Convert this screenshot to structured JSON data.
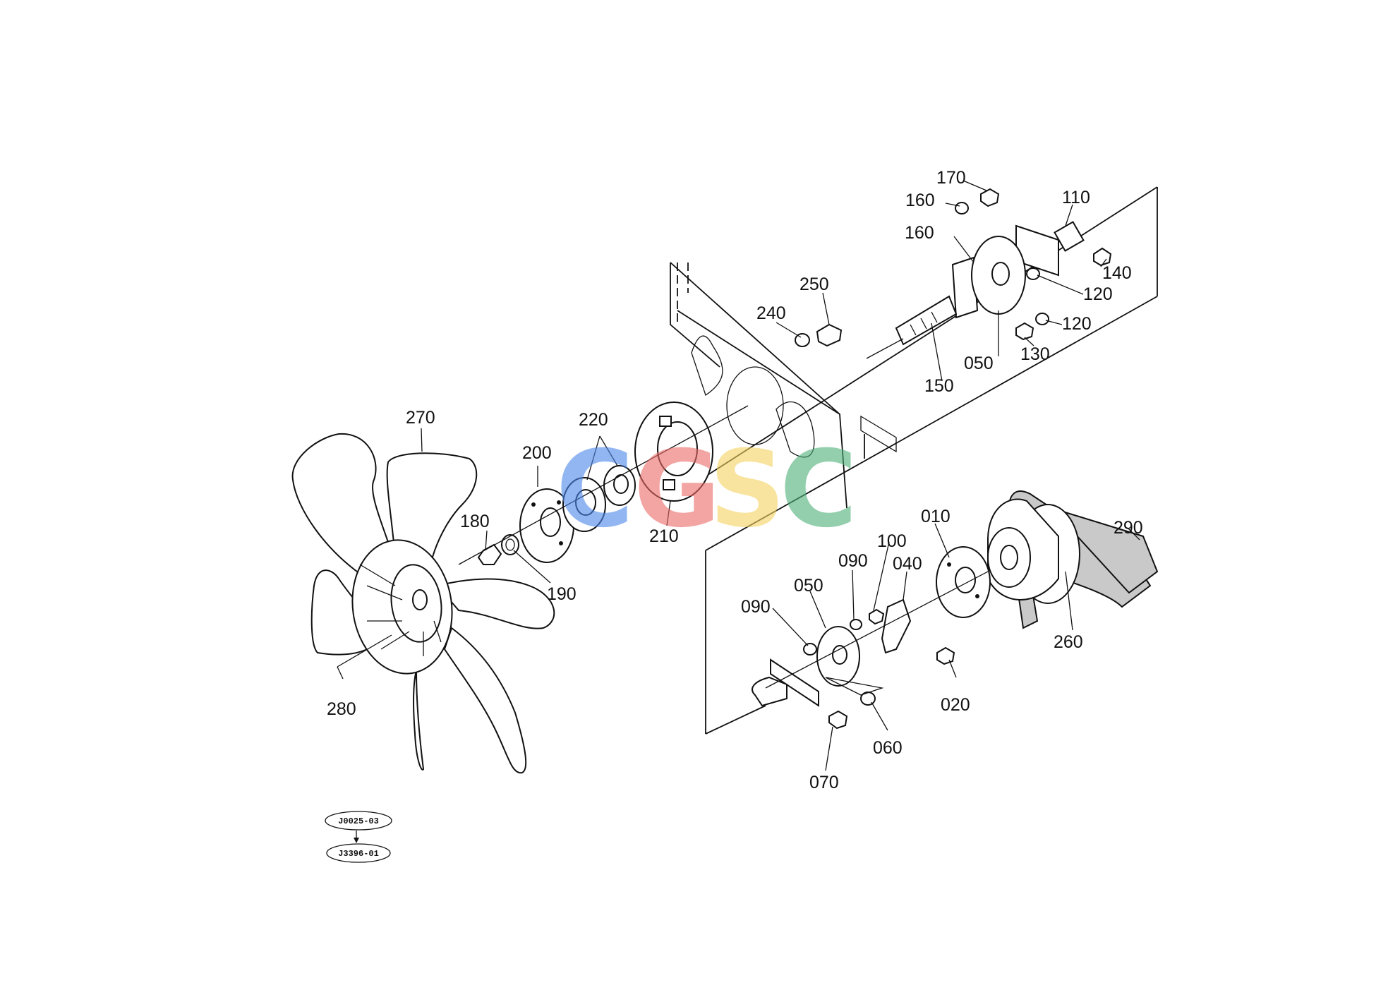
{
  "diagram": {
    "part_numbers": [
      "270",
      "200",
      "220",
      "210",
      "180",
      "190",
      "280",
      "240",
      "250",
      "170",
      "160",
      "160",
      "110",
      "140",
      "120",
      "120",
      "150",
      "050",
      "130",
      "290",
      "260",
      "010",
      "100",
      "040",
      "090",
      "090",
      "050",
      "020",
      "060",
      "070"
    ],
    "reference_codes": [
      "J0025-03",
      "J3396-01"
    ],
    "watermark": {
      "letters": [
        "C",
        "G",
        "S",
        "C"
      ],
      "colors": [
        "#4a86e8",
        "#ea6b66",
        "#f4d35e",
        "#4caf78"
      ]
    }
  }
}
